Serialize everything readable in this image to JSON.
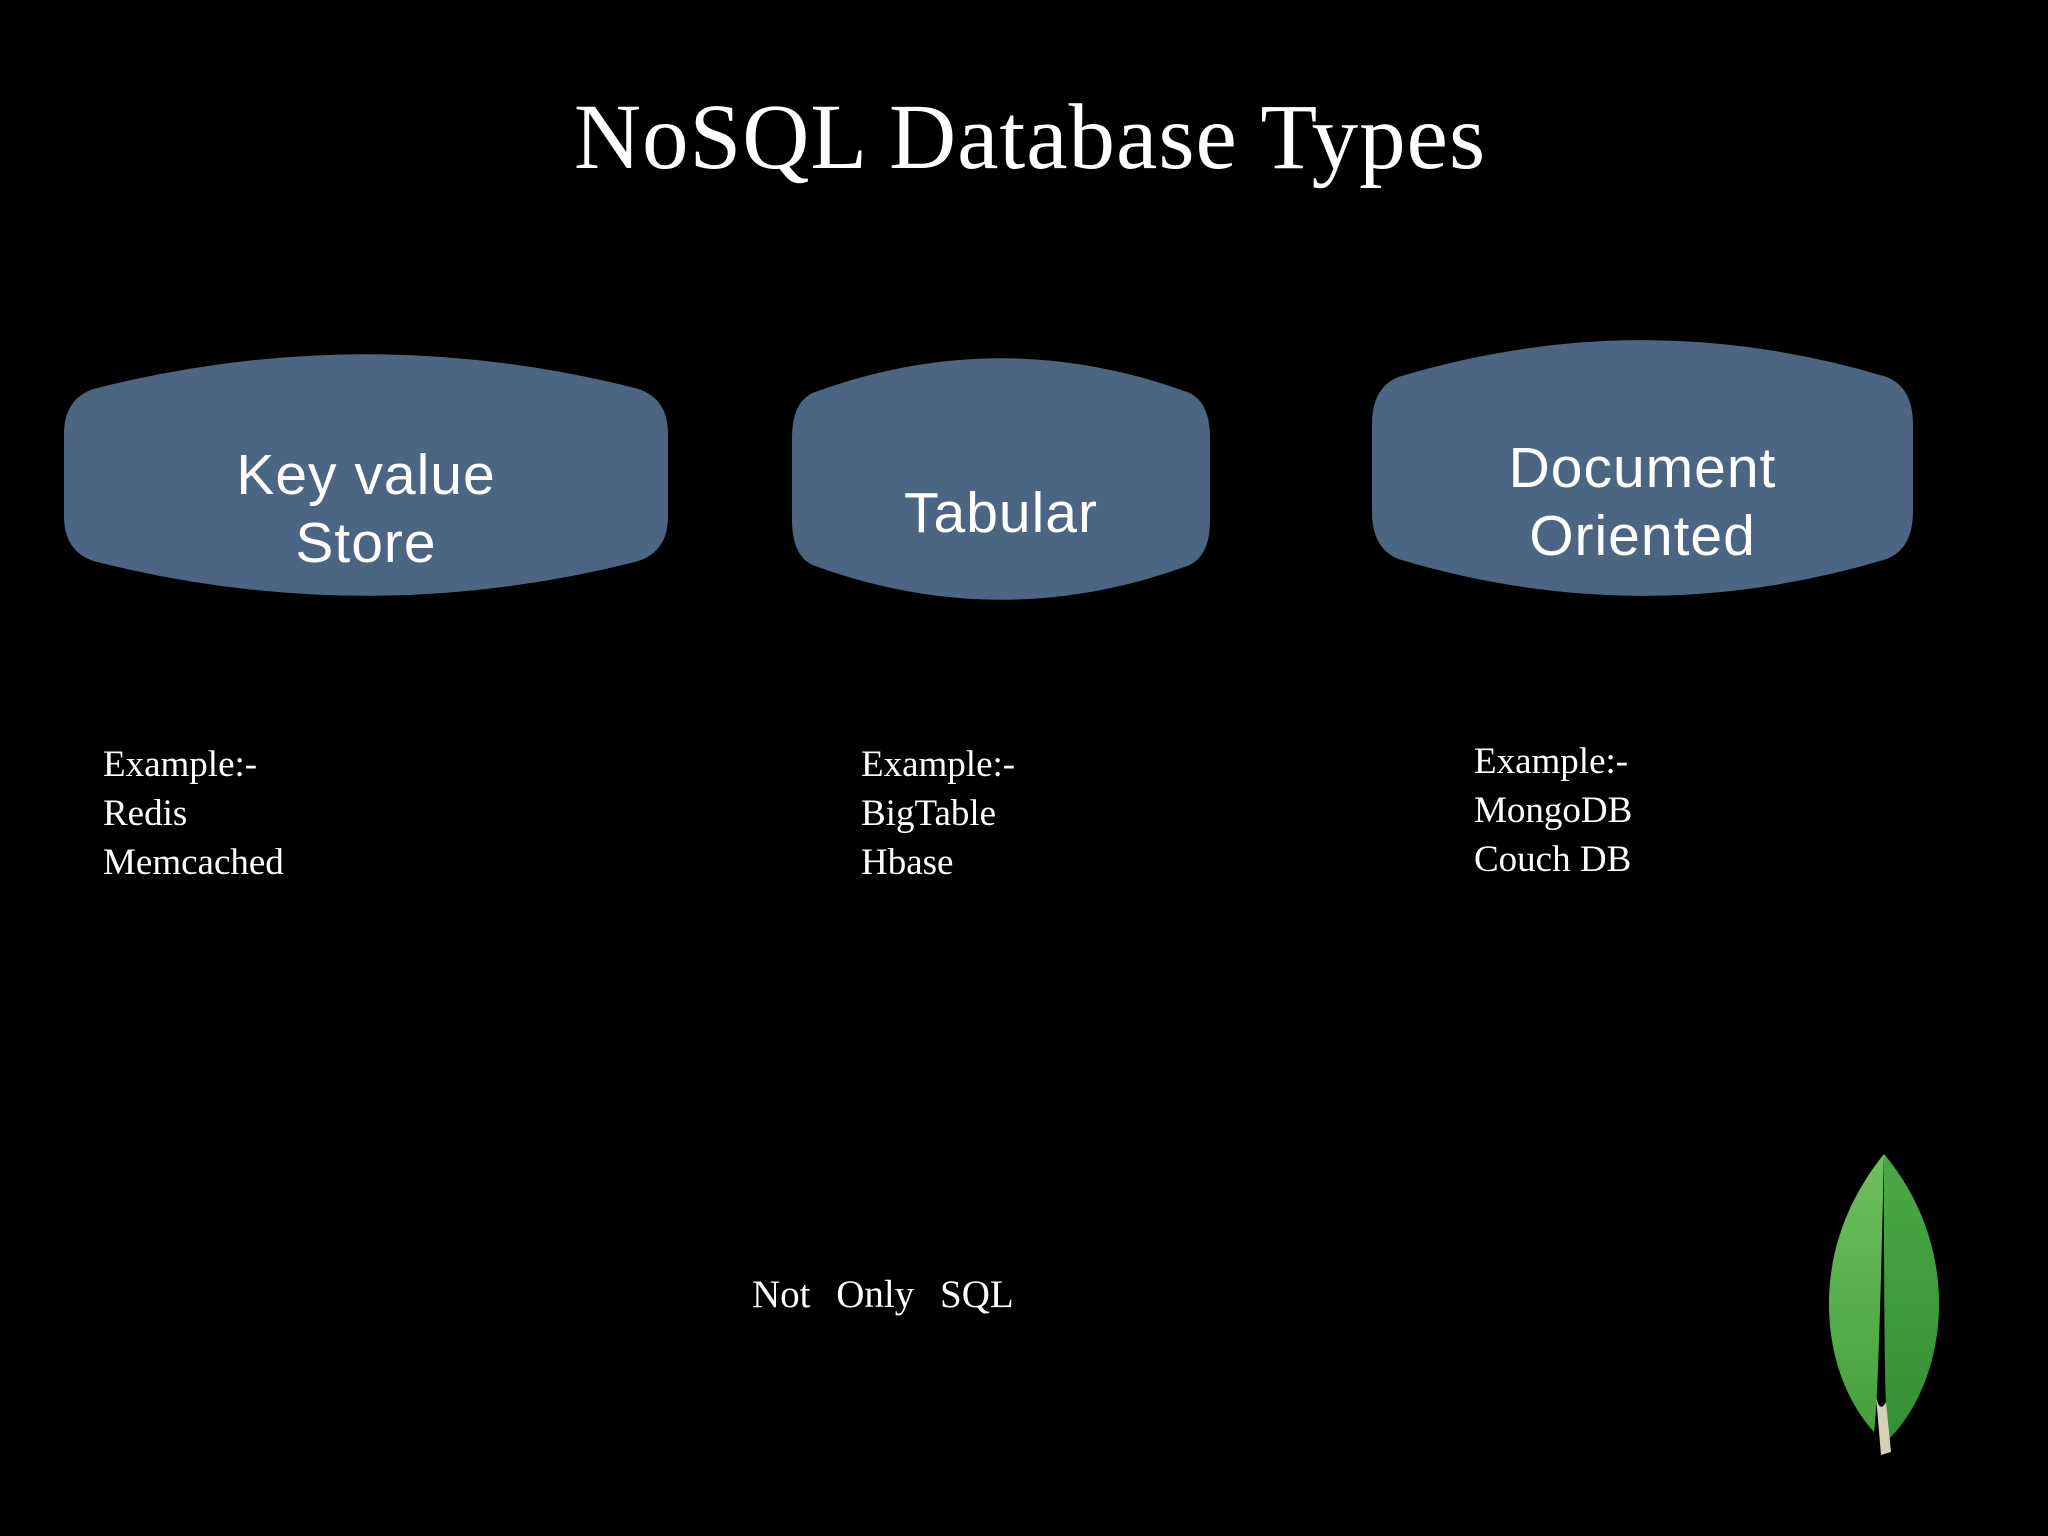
{
  "slide": {
    "title": "NoSQL Database Types",
    "footnote": "Not Only SQL"
  },
  "colors": {
    "background": "#000000",
    "text": "#ffffff",
    "cylinder_fill": "#4b6582",
    "leaf_left_top": "#6fc05d",
    "leaf_left_bottom": "#459f3e",
    "leaf_right_top": "#4aa945",
    "leaf_right_bottom": "#358f35",
    "leaf_stem": "#d5d1b8"
  },
  "types": [
    {
      "label": "Key value Store",
      "label_lines": [
        "Key value",
        "Store"
      ],
      "example_heading": "Example:-",
      "examples": [
        "Redis",
        "Memcached"
      ]
    },
    {
      "label": "Tabular",
      "label_lines": [
        "Tabular",
        ""
      ],
      "example_heading": "Example:-",
      "examples": [
        "BigTable",
        "Hbase"
      ]
    },
    {
      "label": "Document Oriented",
      "label_lines": [
        "Document",
        "Oriented"
      ],
      "example_heading": "Example:-",
      "examples": [
        "MongoDB",
        "Couch DB"
      ]
    }
  ],
  "logo": {
    "name": "mongodb-leaf"
  }
}
